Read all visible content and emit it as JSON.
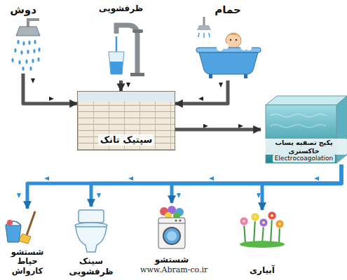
{
  "diagram": {
    "nodes": [
      {
        "text": [
          "دوش"
        ]
      },
      {
        "text": [
          "ظرفشویی"
        ]
      },
      {
        "text": [
          "حمام"
        ]
      },
      {
        "text": [
          "سپتیک تانک"
        ]
      },
      {
        "text": [
          "پکیج تصفیه پساب خاکستری",
          "Electrocoagolation"
        ]
      },
      {
        "text": [
          "آبیاری"
        ]
      },
      {
        "text": [
          "شستشو"
        ]
      },
      {
        "text": [
          "سینک ظرفشویی"
        ]
      },
      {
        "text": [
          "شستشو حیاط کارواش"
        ]
      }
    ],
    "edges": [
      {
        "from": 0,
        "to": 3,
        "arrow": "to"
      },
      {
        "from": 1,
        "to": 3,
        "arrow": "to"
      },
      {
        "from": 2,
        "to": 3,
        "arrow": "to"
      },
      {
        "from": 3,
        "to": 4,
        "arrow": "to"
      },
      {
        "from": 4,
        "to": 5,
        "arrow": "to"
      },
      {
        "from": 4,
        "to": 6,
        "arrow": "to"
      },
      {
        "from": 4,
        "to": 7,
        "arrow": "to"
      },
      {
        "from": 4,
        "to": 8,
        "arrow": "to"
      }
    ],
    "labels": [
      "www.Abram-co.ir"
    ]
  }
}
